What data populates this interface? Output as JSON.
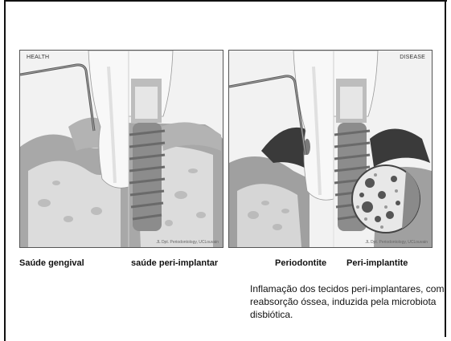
{
  "panels": {
    "health": {
      "corner_label": "HEALTH",
      "credit": "JL Dpt. Periodontology, UCLouvain"
    },
    "disease": {
      "corner_label": "DISEASE",
      "credit": "JL Dpt. Periodontology, UCLouvain"
    }
  },
  "captions": {
    "saude_gengival": "Saúde gengival",
    "saude_peri_implantar": "saúde peri-implantar",
    "periodontite": "Periodontite",
    "peri_implantite": "Peri-implantite"
  },
  "description": "Inflamação dos tecidos peri-implantares, com reabsorção óssea, induzida pela microbiota disbiótica.",
  "colors": {
    "gum_healthy": "#9a9a9a",
    "gum_inflamed": "#3a3a3a",
    "bone": "#dcdcdc",
    "implant": "#8c8c8c",
    "tooth": "#f7f7f7"
  }
}
